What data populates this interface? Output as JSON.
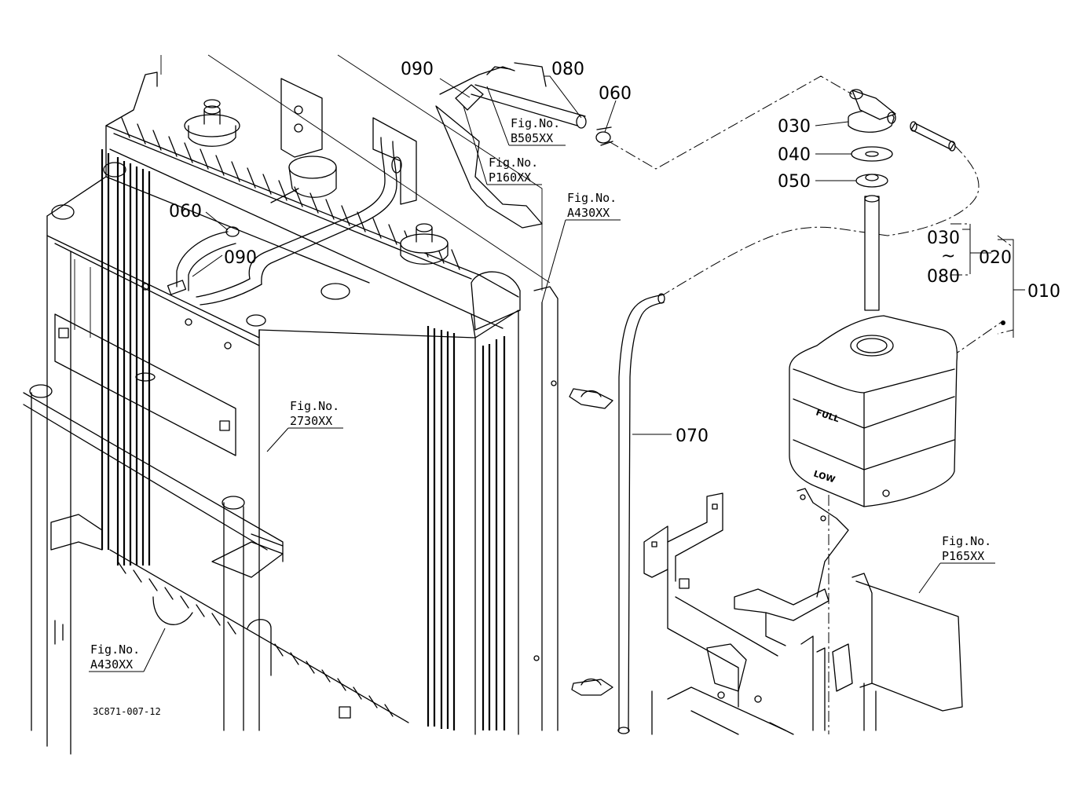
{
  "drawing_code": "3C871-007-12",
  "part_callouts": {
    "p090_top": "090",
    "p080": "080",
    "p060_right": "060",
    "p030": "030",
    "p040": "040",
    "p050": "050",
    "p060_left": "060",
    "p090_left": "090",
    "p070": "070",
    "range_start": "030",
    "range_tilde": "~",
    "range_end": "080",
    "assy_020": "020",
    "assy_010": "010"
  },
  "figure_refs": [
    {
      "label": "Fig.No.",
      "number": "B505XX"
    },
    {
      "label": "Fig.No.",
      "number": "P160XX"
    },
    {
      "label": "Fig.No.",
      "number": "A430XX"
    },
    {
      "label": "Fig.No.",
      "number": "2730XX"
    },
    {
      "label": "Fig.No.",
      "number": "P165XX"
    },
    {
      "label": "Fig.No.",
      "number": "A430XX"
    }
  ],
  "tank_markings": {
    "full": "FULL",
    "low": "LOW"
  }
}
